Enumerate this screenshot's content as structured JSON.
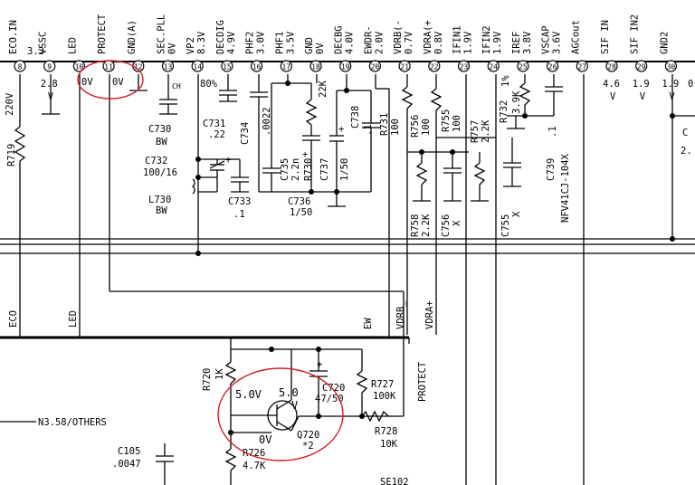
{
  "pins": [
    {
      "num": "8",
      "name": "ECO.IN",
      "v1": "3.3",
      "v2": ""
    },
    {
      "num": "9",
      "name": "VSSC",
      "v1": "2.8",
      "v2": "V"
    },
    {
      "num": "10",
      "name": "LED",
      "v1": "0V",
      "v2": ""
    },
    {
      "num": "11",
      "name": "PROTECT",
      "v1": "0V",
      "v2": ""
    },
    {
      "num": "12",
      "name": "GND(A)",
      "v1": "",
      "v2": ""
    },
    {
      "num": "13",
      "name": "SEC.PLL",
      "v1": "0V",
      "v2": ""
    },
    {
      "num": "14",
      "name": "VP2",
      "v1": "8.3V",
      "v2": ""
    },
    {
      "num": "15",
      "name": "DECDIG",
      "v1": "4.9V",
      "v2": ""
    },
    {
      "num": "16",
      "name": "PHF2",
      "v1": "3.0V",
      "v2": ""
    },
    {
      "num": "17",
      "name": "PHF1",
      "v1": "3.5V",
      "v2": ""
    },
    {
      "num": "18",
      "name": "GND",
      "v1": "0V",
      "v2": ""
    },
    {
      "num": "19",
      "name": "DECBG",
      "v1": "4.0V",
      "v2": ""
    },
    {
      "num": "20",
      "name": "EWDR-",
      "v1": "2.0V",
      "v2": ""
    },
    {
      "num": "21",
      "name": "VDRB(-",
      "v1": "0.7V",
      "v2": ""
    },
    {
      "num": "22",
      "name": "VDRA(+",
      "v1": "0.8V",
      "v2": ""
    },
    {
      "num": "23",
      "name": "IFIN1",
      "v1": "1.9V",
      "v2": ""
    },
    {
      "num": "24",
      "name": "IFIN2",
      "v1": "1.9V",
      "v2": ""
    },
    {
      "num": "25",
      "name": "IREF",
      "v1": "3.8V",
      "v2": ""
    },
    {
      "num": "26",
      "name": "VSCAP",
      "v1": "3.6V",
      "v2": ""
    },
    {
      "num": "27",
      "name": "AGCout",
      "v1": "",
      "v2": ""
    },
    {
      "num": "28",
      "name": "SIF IN",
      "v1": "4.6",
      "v2": "V"
    },
    {
      "num": "29",
      "name": "SIF IN2",
      "v1": "1.9",
      "v2": "V"
    },
    {
      "num": "30",
      "name": "GND2",
      "v1": "1.9",
      "v2": "V"
    }
  ],
  "extra_pin_voltage": "0",
  "voltages": {
    "v80": "80%",
    "q_base": "5.0V",
    "q_col": "5.0",
    "q_col_unit": "V",
    "q_emit": "0V"
  },
  "components": {
    "r719": "R719",
    "r719v": "220V",
    "c730": "C730",
    "c730v": "BW",
    "ch": "CH",
    "c731": "C731",
    "c731v": ".22",
    "c732": "C732",
    "c732v": "100/16",
    "l730": "L730",
    "l730v": "BW",
    "c733": "C733",
    "c733v": ".1",
    "c734": "C734",
    "c734v": ".0022",
    "c735": "C735",
    "c735v": "2.2n",
    "r730": "R730",
    "r730v": "22K",
    "c736": "C736",
    "c736v": "1/50",
    "c737": "C737",
    "c737v": "1/50",
    "c738": "C738",
    "c738v": ".1",
    "r731": "R731",
    "r731v": "100",
    "r756": "R756",
    "r756v": "100",
    "r755": "R755",
    "r755v": "100",
    "r758": "R758",
    "r758v": "2.2K",
    "c756": "C756",
    "c756v": "X",
    "r757": "R757",
    "r757v": "2.2K",
    "c755": "C755",
    "c755v": "X",
    "r732": "R732",
    "r732pct": "1%",
    "r732v": "3.9K",
    "c739": "C739",
    "c739v": ".1",
    "c739p": "NFV41CJ-104X",
    "c_right": "C",
    "c_right_v": "2.",
    "r720": "R720",
    "r720v": "1K",
    "c720": "C720",
    "c720v": "47/50",
    "r727": "R727",
    "r727v": "100K",
    "r728": "R728",
    "r728v": "10K",
    "r726": "R726",
    "r726v": "4.7K",
    "q720": "Q720",
    "q720v": "*2",
    "c105": "C105",
    "c105v": ".0047",
    "n358": "N3.58/OTHERS",
    "se": "SE102"
  },
  "nets": {
    "eco": "ECO",
    "led": "LED",
    "ew": "EW",
    "vdrb": "VDRB_",
    "vdra": "VDRA+",
    "protect": "PROTECT"
  },
  "highlight_color": "#d0202a"
}
